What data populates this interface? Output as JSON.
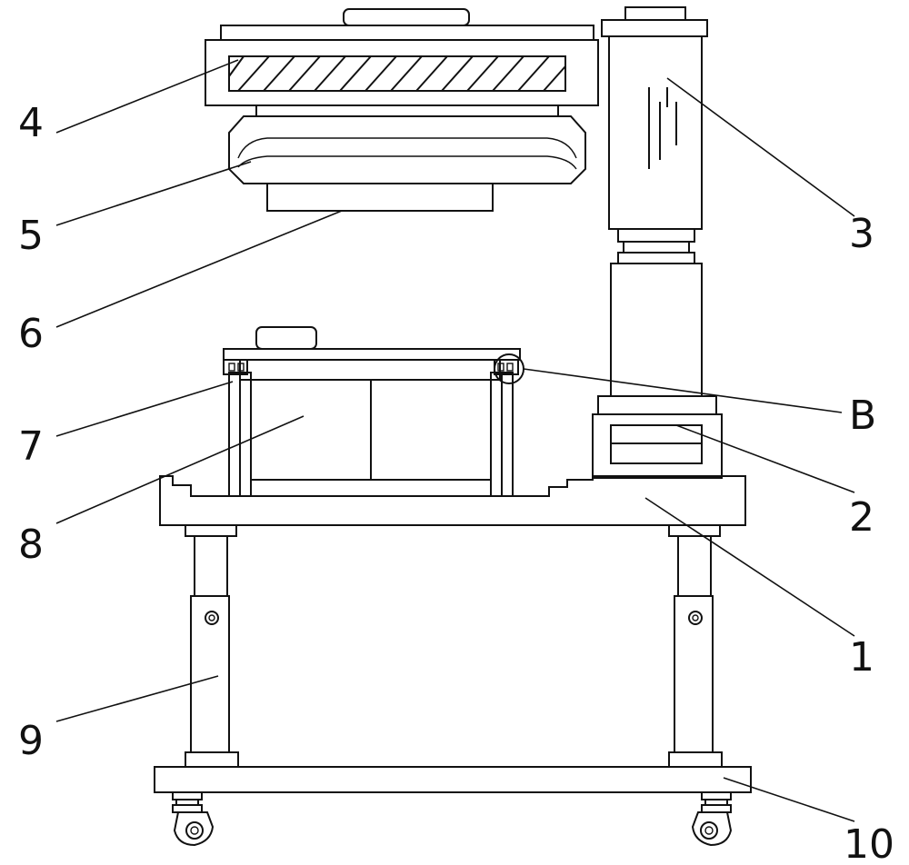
{
  "labels": [
    {
      "id": "1",
      "text": "1"
    },
    {
      "id": "2",
      "text": "2"
    },
    {
      "id": "3",
      "text": "3"
    },
    {
      "id": "4",
      "text": "4"
    },
    {
      "id": "5",
      "text": "5"
    },
    {
      "id": "6",
      "text": "6"
    },
    {
      "id": "7",
      "text": "7"
    },
    {
      "id": "8",
      "text": "8"
    },
    {
      "id": "9",
      "text": "9"
    },
    {
      "id": "10",
      "text": "10"
    },
    {
      "id": "B",
      "text": "B"
    }
  ],
  "colors": {
    "line": "#111111",
    "background": "#ffffff"
  }
}
